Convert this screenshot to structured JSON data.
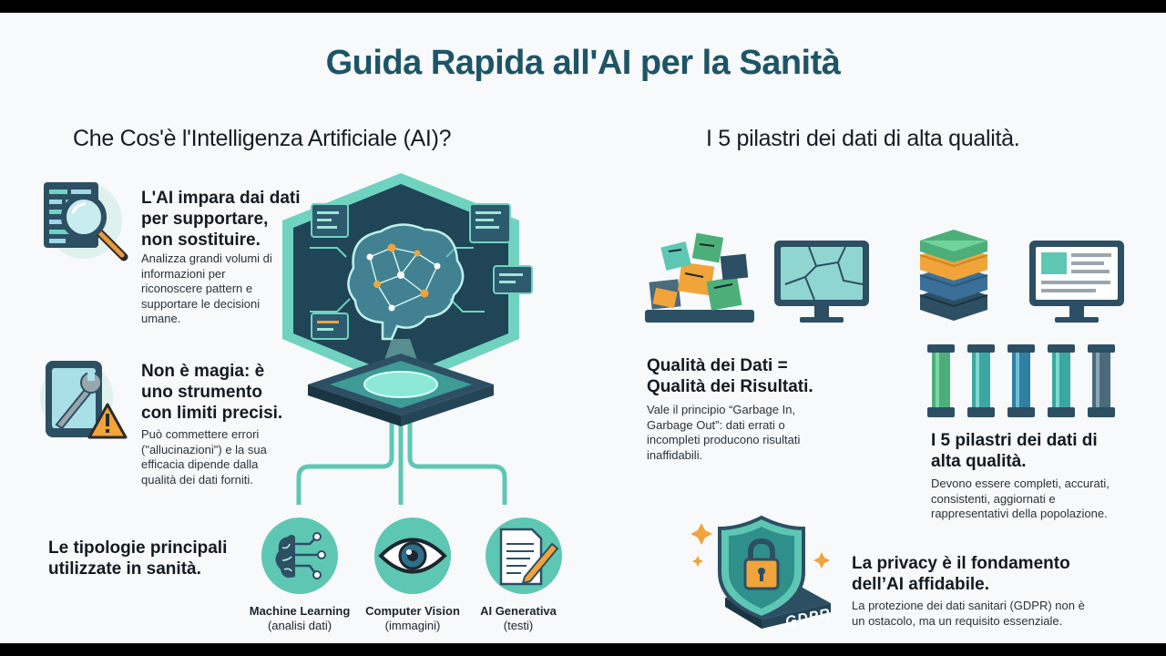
{
  "title": "Guida Rapida all'AI per la Sanità",
  "left": {
    "heading": "Che Cos'è l'Intelligenza Artificiale (AI)?",
    "block1": {
      "title_lines": [
        "L'AI impara dai dati",
        "per supportare,",
        "non sostituire."
      ],
      "body_lines": [
        "Analizza grandi volumi di",
        "informazioni per",
        "riconoscere pattern e",
        "supportare le decisioni",
        "umane."
      ]
    },
    "block2": {
      "title_lines": [
        "Non è magia: è",
        "uno strumento",
        "con limiti precisi."
      ],
      "body_lines": [
        "Può commettere errori",
        "(\"allucinazioni\") e la sua",
        "efficacia dipende dalla",
        "qualità dei dati forniti."
      ]
    },
    "types": {
      "title_lines": [
        "Le tipologie principali",
        "utilizzate in sanità."
      ],
      "items": [
        {
          "name": "Machine Learning",
          "sub": "(analisi dati)",
          "icon": "brain-circuit-icon"
        },
        {
          "name": "Computer Vision",
          "sub": "(immagini)",
          "icon": "eye-icon"
        },
        {
          "name": "AI Generativa",
          "sub": "(testi)",
          "icon": "document-pen-icon"
        }
      ]
    }
  },
  "right": {
    "heading": "I 5 pilastri dei dati di alta qualità.",
    "quality": {
      "title_lines": [
        "Qualità dei Dati =",
        "Qualità dei Risultati."
      ],
      "body_lines": [
        "Vale il principio “Garbage In,",
        "Garbage Out”: dati errati o",
        "incompleti producono risultati",
        "inaffidabili."
      ]
    },
    "pillars": {
      "title_lines": [
        "I 5 pilastri dei dati di",
        "alta qualità."
      ],
      "body_lines": [
        "Devono essere completi, accurati,",
        "consistenti, aggiornati e",
        "rappresentativi della popolazione."
      ]
    },
    "privacy": {
      "title_lines": [
        "La privacy è il fondamento",
        "dell’AI affidabile."
      ],
      "body_lines": [
        "La protezione dei dati sanitari (GDPR) non è",
        "un ostacolo, ma un requisito essenziale."
      ],
      "badge": "GDPR"
    }
  },
  "colors": {
    "teal": "#2f8f8a",
    "teal_light": "#5ec7b4",
    "navy": "#23465a",
    "title": "#1d5567",
    "orange": "#f0a43a",
    "green": "#4caf7a",
    "blue": "#3b6f9a"
  }
}
